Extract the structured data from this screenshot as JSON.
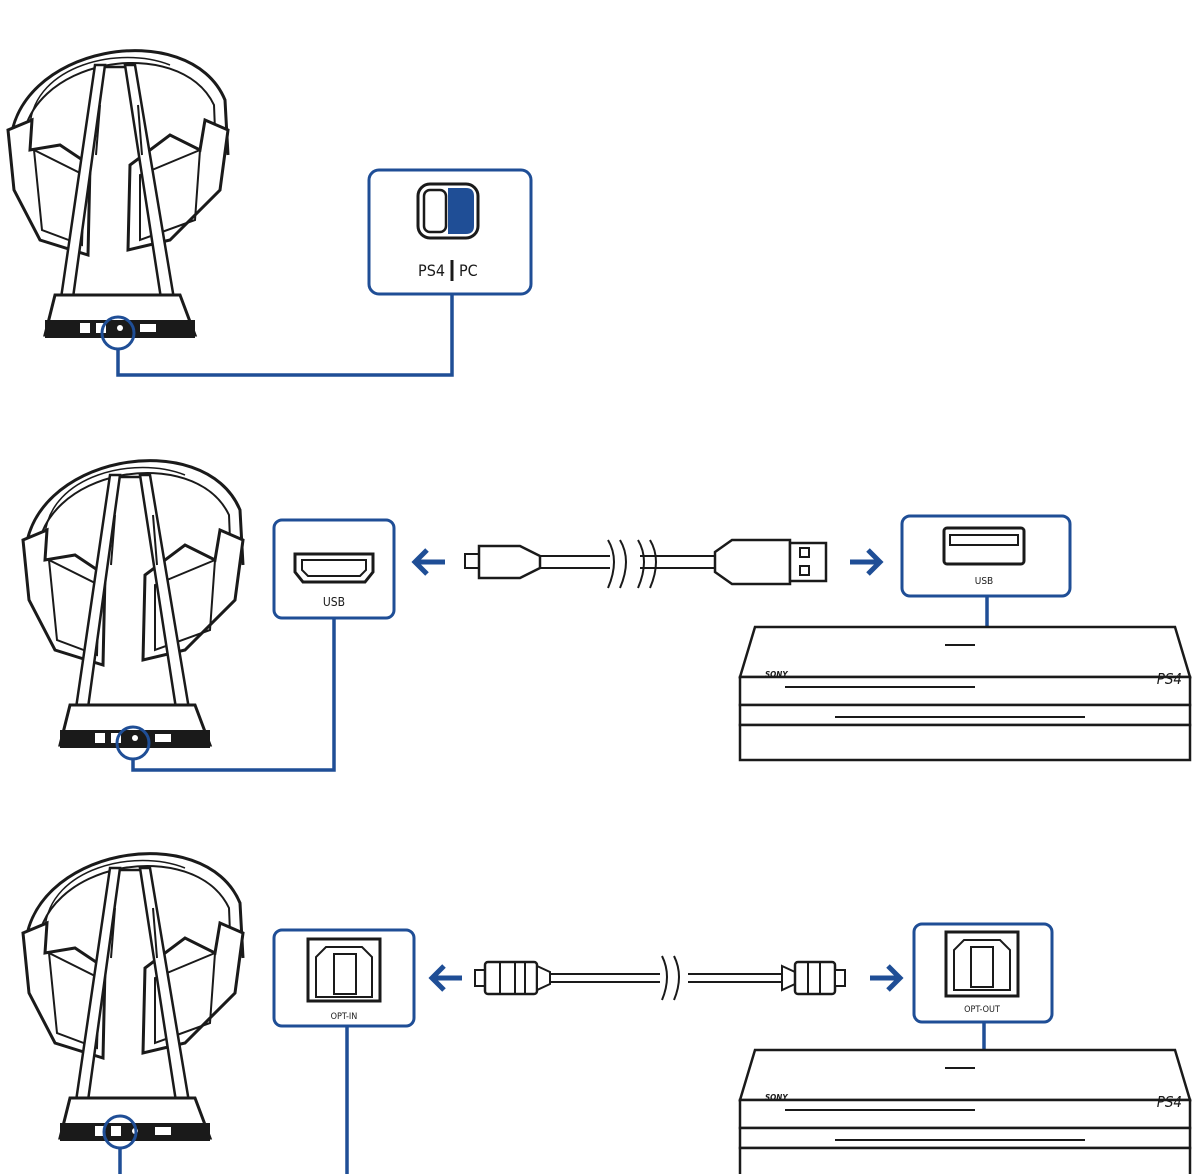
{
  "colors": {
    "accent": "#1f4e96",
    "line_art": "#1a1a1a",
    "background": "#ffffff"
  },
  "callouts": {
    "switch": {
      "label_left": "PS4",
      "label_right": "PC"
    },
    "stand_usb": {
      "label": "USB"
    },
    "console_usb": {
      "label": "USB"
    },
    "stand_optical": {
      "label": "OPT-IN"
    },
    "console_optical": {
      "label": "OPT-OUT"
    }
  },
  "consoles": {
    "console_1": {
      "brand": "SONY",
      "model": "PS4"
    },
    "console_2": {
      "brand": "SONY",
      "model": "PS4"
    }
  }
}
